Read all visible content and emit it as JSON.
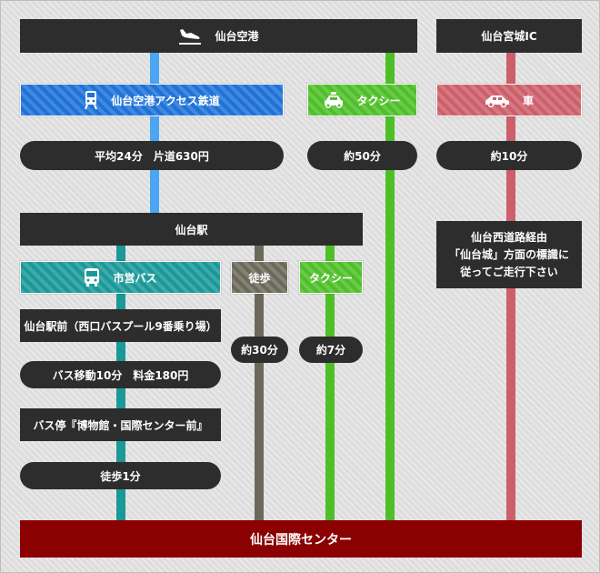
{
  "colors": {
    "rail": "#4aa6f2",
    "taxi": "#4fbf29",
    "car": "#cc5f6a",
    "bus": "#1b9898",
    "walk": "#6b6a5a",
    "dark_box": "#2d2d2d",
    "destination": "#8b0000"
  },
  "airport": {
    "label": "仙台空港",
    "icon": "airplane-landing-icon"
  },
  "interchange": {
    "label": "仙台宮城IC"
  },
  "rail": {
    "label": "仙台空港アクセス鉄道",
    "icon": "train-icon",
    "info": "平均24分　片道630円"
  },
  "taxi_airport": {
    "label": "タクシー",
    "icon": "taxi-icon",
    "time": "約50分"
  },
  "car": {
    "label": "車",
    "icon": "car-icon",
    "time": "約10分"
  },
  "sendai_station": {
    "label": "仙台駅"
  },
  "ic_route": {
    "line1": "仙台西道路経由",
    "line2": "「仙台城」方面の標識に",
    "line3": "従ってご走行下さい"
  },
  "bus": {
    "label": "市営バス",
    "icon": "bus-icon",
    "stop_from": "仙台駅前（西口バスプール9番乗り場）",
    "ride": "バス移動10分　料金180円",
    "stop_to": "バス停『博物館・国際センター前』",
    "walk": "徒歩1分"
  },
  "walk": {
    "label": "徒歩",
    "time": "約30分"
  },
  "taxi_station": {
    "label": "タクシー",
    "time": "約7分"
  },
  "destination": {
    "label": "仙台国際センター"
  }
}
